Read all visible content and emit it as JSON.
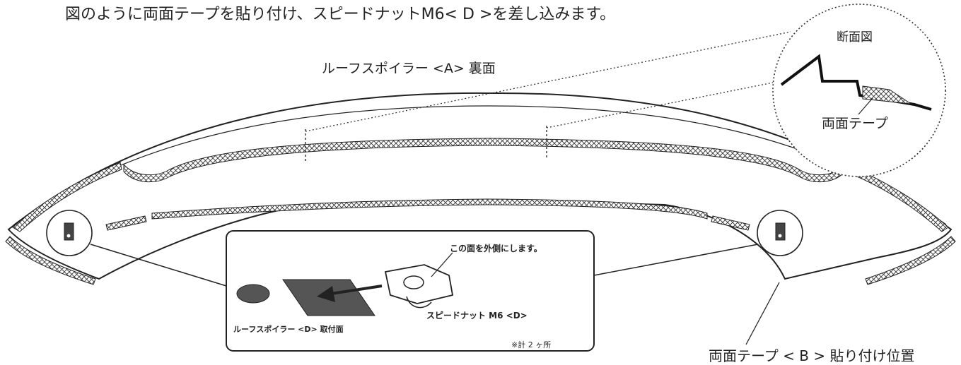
{
  "instruction": "図のように両面テープを貼り付け、スピードナットM6< D >を差し込みます。",
  "spoiler_label": "ルーフスポイラー <A> 裏面",
  "section_view": {
    "title": "断面図",
    "tape_label": "両面テープ"
  },
  "tape_position_label": "両面テープ < B > 貼り付け位置",
  "detail": {
    "outside_note": "この面を外側にします。",
    "nut_label": "スピードナット M6 <D>",
    "mount_label": "ルーフスポイラー <D> 取付面",
    "count_note": "※計 2 ヶ所"
  }
}
